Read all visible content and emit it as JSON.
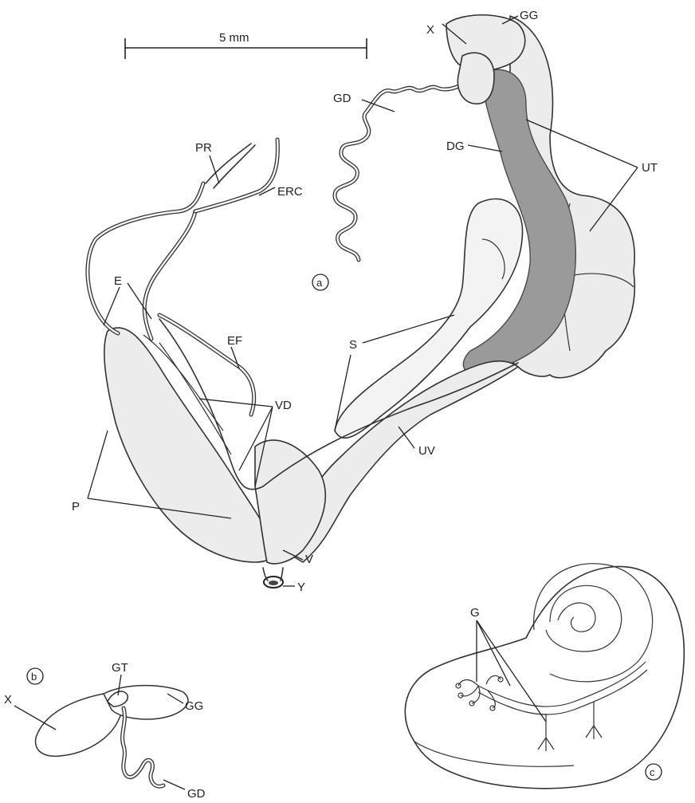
{
  "scale_bar": {
    "label": "5 mm"
  },
  "panel_a": {
    "panel_label": "a",
    "labels": {
      "gg": "GG",
      "x": "X",
      "gd": "GD",
      "dg": "DG",
      "ut": "UT",
      "pr": "PR",
      "erc": "ERC",
      "e": "E",
      "ef": "EF",
      "s": "S",
      "vd": "VD",
      "uv": "UV",
      "p": "P",
      "v": "V",
      "y": "Y"
    }
  },
  "panel_b": {
    "panel_label": "b",
    "labels": {
      "gt": "GT",
      "x": "X",
      "gg": "GG",
      "gd": "GD"
    }
  },
  "panel_c": {
    "panel_label": "c",
    "labels": {
      "g": "G"
    }
  }
}
